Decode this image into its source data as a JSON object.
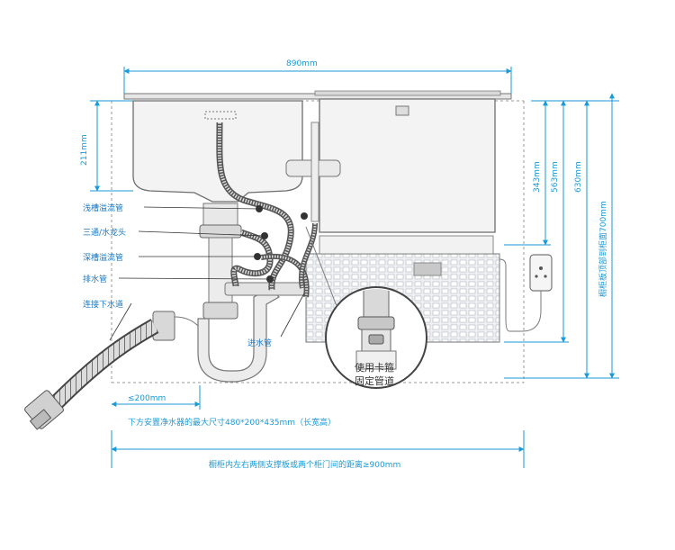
{
  "dimensions": {
    "top_width": "890mm",
    "sink_depth": "211mm",
    "h343": "343mm",
    "h563": "563mm",
    "h630": "630mm",
    "h700": "橱柜板顶部到柜面700mm",
    "left_gap": "≤200mm",
    "cabinet_width": "橱柜内左右两侧支撑板或两个柜门间的距离≥900mm"
  },
  "note": "下方安置净水器的最大尺寸480*200*435mm（长宽高）",
  "labels": {
    "shallow_overflow": "浅槽溢流管",
    "tee_faucet": "三通/水龙头",
    "deep_overflow": "深槽溢流管",
    "drain_pipe": "排水管",
    "sewer": "连接下水道",
    "inlet_pipe": "进水管"
  },
  "callout": {
    "line1": "使用卡箍",
    "line2": "固定管道"
  },
  "colors": {
    "accent": "#1a9ad6",
    "outline": "#6e6e6e"
  }
}
